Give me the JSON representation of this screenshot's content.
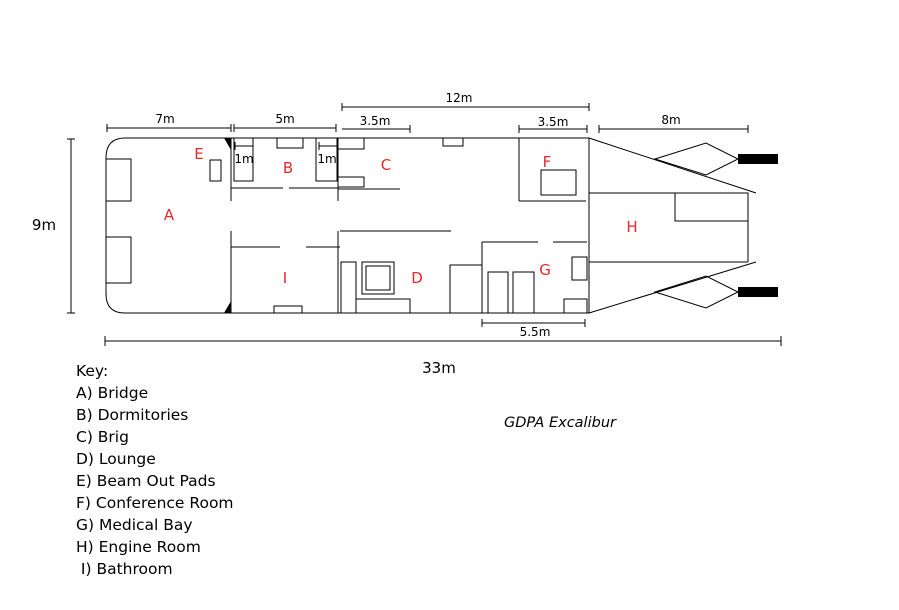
{
  "ship_name": "GDPA Excalibur",
  "dimensions": {
    "bridge_width": "7m",
    "dorm_width": "5m",
    "midsection": "12m",
    "brig_width": "3.5m",
    "conference_width": "3.5m",
    "engine_length": "8m",
    "pad_width": "1m",
    "closet_width": "1m",
    "height": "9m",
    "medbay_width": "5.5m",
    "total_length": "33m"
  },
  "rooms": {
    "a": "A",
    "b": "B",
    "c": "C",
    "d": "D",
    "e": "E",
    "f": "F",
    "g": "G",
    "h": "H",
    "i": "I"
  },
  "key": {
    "title": "Key:",
    "items": [
      "A) Bridge",
      "B) Dormitories",
      "C) Brig",
      "D) Lounge",
      "E) Beam Out Pads",
      "F) Conference Room",
      "G) Medical Bay",
      "H) Engine Room",
      " I) Bathroom"
    ]
  },
  "colors": {
    "room_label": "#e8282b",
    "lines": "#000000"
  }
}
